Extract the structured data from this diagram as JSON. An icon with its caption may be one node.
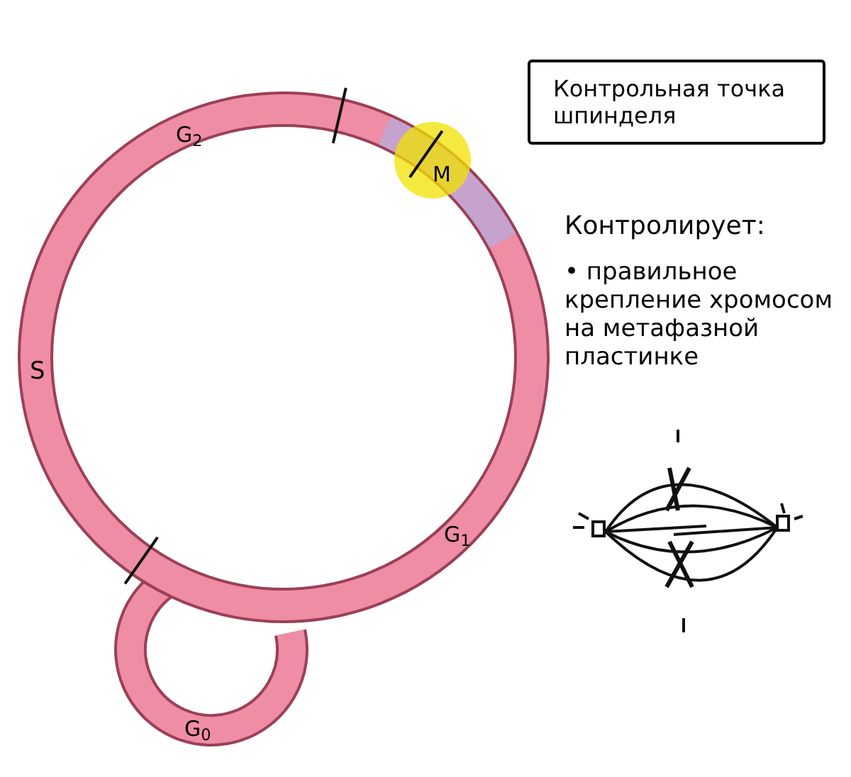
{
  "diagram": {
    "nodes": [
      {
        "text": [
          "Контрольная точка шпинделя"
        ]
      }
    ],
    "edges": [],
    "labels": [
      "G$_{2}$",
      "M",
      "S",
      "G$_{1}$",
      "G$_{0}$",
      "Контролирует:",
      "• правильное крепление хромосом на метафазной пластинке"
    ]
  }
}
